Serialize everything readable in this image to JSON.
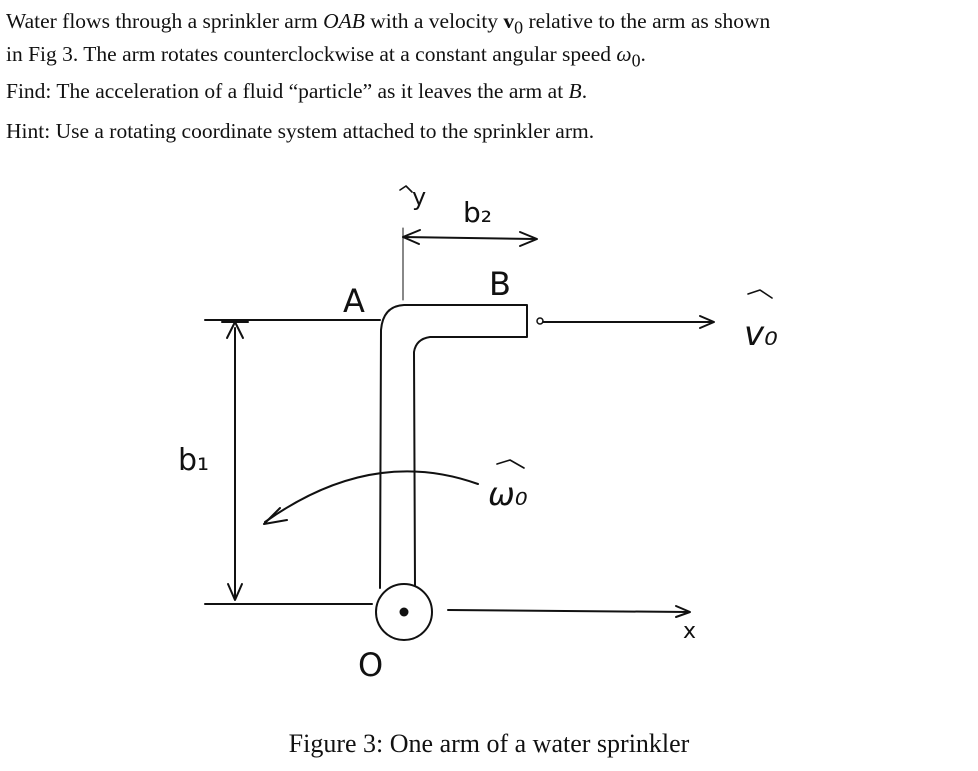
{
  "problem": {
    "p1_line1_a": "Water flows through a sprinkler arm ",
    "p1_arm": "OAB",
    "p1_line1_b": " with a velocity ",
    "p1_v0": "v",
    "p1_v0_sub": "0",
    "p1_line1_c": " relative to the arm as shown",
    "p1_line2_a": "in Fig 3. The arm rotates counterclockwise at a constant angular speed ",
    "p1_omega": "ω",
    "p1_omega_sub": "0",
    "p1_line2_b": ".",
    "find_a": "Find: The acceleration of a fluid “particle” as it leaves the arm at ",
    "find_b": "B",
    "find_c": ".",
    "hint": "Hint: Use a rotating coordinate system attached to the sprinkler arm."
  },
  "figure": {
    "label_A": "A",
    "label_B": "B",
    "label_O": "O",
    "label_b1": "b₁",
    "label_b2": "b₂",
    "label_x": "x",
    "label_y": "y",
    "label_v0": "v₀",
    "label_omega0": "ω₀"
  },
  "caption": "Figure 3:  One arm of a water sprinkler"
}
